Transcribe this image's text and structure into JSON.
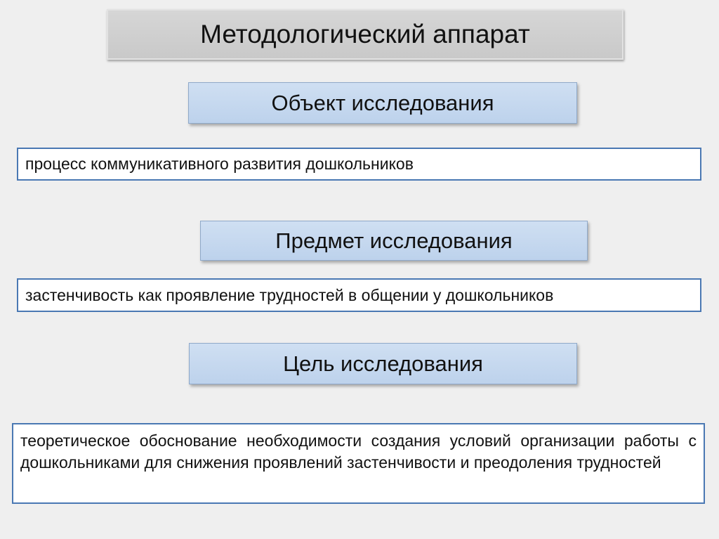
{
  "title": "Методологический аппарат",
  "sections": [
    {
      "heading": "Объект исследования",
      "text": "процесс коммуникативного развития дошкольников"
    },
    {
      "heading": "Предмет исследования",
      "text": "застенчивость как проявление трудностей в общении у дошкольников"
    },
    {
      "heading": "Цель исследования",
      "text": "теоретическое обоснование необходимости создания условий организации работы с дошкольниками для снижения проявлений застенчивости и преодоления трудностей"
    }
  ]
}
